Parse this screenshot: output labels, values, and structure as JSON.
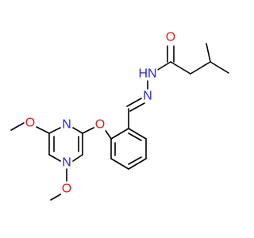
{
  "colors": {
    "bond": "#000000",
    "carbon_text": "#000000",
    "nitrogen": "#2424e0",
    "oxygen": "#e01c1c",
    "background": "#ffffff"
  },
  "atoms": {
    "o_carbonyl": {
      "text": "O",
      "element": "oxygen"
    },
    "nh": {
      "text": "HN",
      "element": "nitrogen"
    },
    "n_imine": {
      "text": "N",
      "element": "nitrogen"
    },
    "o_ether": {
      "text": "O",
      "element": "oxygen"
    },
    "n_pyr_top": {
      "text": "N",
      "element": "nitrogen"
    },
    "n_pyr_bottom": {
      "text": "N",
      "element": "nitrogen"
    },
    "o_methoxy_top": {
      "text": "O",
      "element": "oxygen"
    },
    "o_methoxy_bottom": {
      "text": "O",
      "element": "oxygen"
    }
  }
}
